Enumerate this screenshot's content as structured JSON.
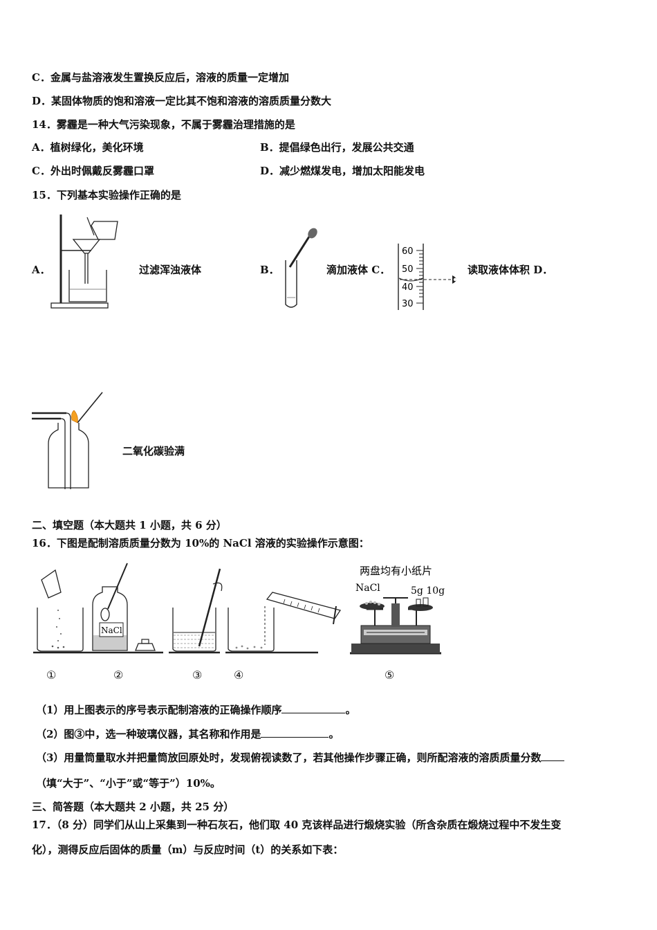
{
  "q13": {
    "opt_c": "C．金属与盐溶液发生置换反应后，溶液的质量一定增加",
    "opt_d": "D．某固体物质的饱和溶液一定比其不饱和溶液的溶质质量分数大"
  },
  "q14": {
    "stem": "14．雾霾是一种大气污染现象，不属于雾霾治理措施的是",
    "opt_a": "A．植树绿化，美化环境",
    "opt_b": "B．提倡绿色出行，发展公共交通",
    "opt_c": "C．外出时佩戴反雾霾口罩",
    "opt_d": "D．减少燃煤发电，增加太阳能发电"
  },
  "q15": {
    "stem": "15．下列基本实验操作正确的是",
    "a_letter": "A．",
    "a_caption": "过滤浑浊液体",
    "b_letter": "B．",
    "b_caption": "滴加液体 C．",
    "c_caption": "读取液体体积 D．",
    "d_caption": "二氧化碳验满",
    "cylinder_ticks": [
      "60",
      "50",
      "40",
      "30"
    ]
  },
  "section2": {
    "title": "二、填空题（本大题共 1 小题，共 6 分）"
  },
  "q16": {
    "stem": "16．下图是配制溶质质量分数为 10%的 NaCl 溶液的实验操作示意图：",
    "balance_note": "两盘均有小纸片",
    "nacl_label": "NaCl",
    "bottle_label": "NaCl",
    "weights_label": "5g  10g",
    "fig_nums": [
      "①",
      "②",
      "③",
      "④",
      "⑤"
    ],
    "sub1": "（1）用上图表示的序号表示配制溶液的正确操作顺序",
    "sub1_end": "。",
    "sub2": "（2）图③中，选一种玻璃仪器，其名称和作用是",
    "sub2_end": "。",
    "sub3": "（3）用量筒量取水并把量筒放回原处时，发现俯视读数了，若其他操作步骤正确，则所配溶液的溶质质量分数",
    "sub3_cont": "（填“大于”、“小于”或“等于”）10%。"
  },
  "section3": {
    "title": "三、简答题（本大题共 2 小题，共 25 分）"
  },
  "q17": {
    "line1": "17．（8 分）同学们从山上采集到一种石灰石，他们取 40 克该样品进行煅烧实验（所含杂质在煅烧过程中不发生变",
    "line2": "化），测得反应后固体的质量（m）与反应时间（t）的关系如下表："
  }
}
